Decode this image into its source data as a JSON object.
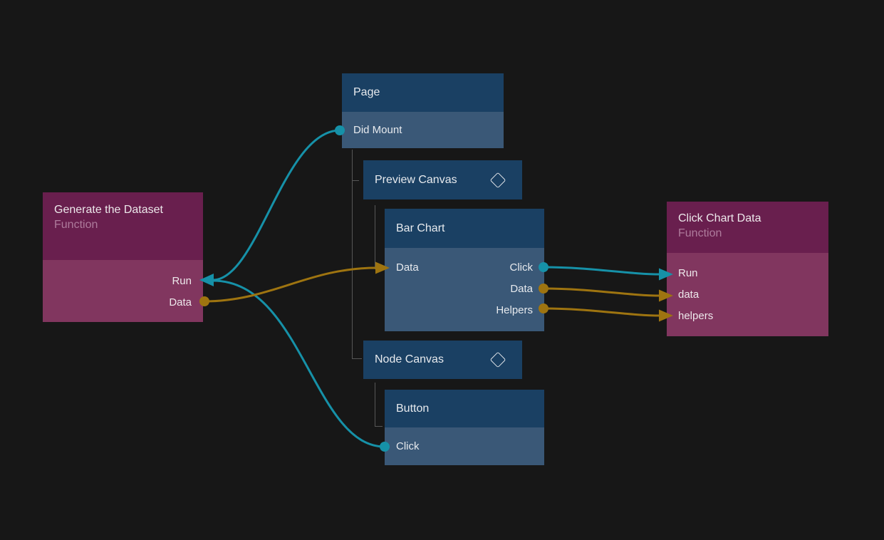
{
  "app": {
    "view": "node-graph-editor"
  },
  "colors": {
    "background": "#171717",
    "node_header_blue": "#1a4063",
    "node_body_blue": "#3a5877",
    "node_header_magenta": "#691f4e",
    "node_body_magenta": "#81365f",
    "subtitle_text": "#ae7b9c",
    "wire_signal_teal": "#1691a8",
    "wire_data_orange": "#9e7410",
    "tree_line_gray": "#575757"
  },
  "nodes": {
    "generate_dataset": {
      "title": "Generate the Dataset",
      "subtitle": "Function",
      "ports": {
        "run": "Run",
        "data": "Data"
      }
    },
    "page": {
      "title": "Page",
      "ports": {
        "did_mount": "Did Mount"
      }
    },
    "preview_canvas": {
      "title": "Preview Canvas",
      "icon": "diamond-icon"
    },
    "bar_chart": {
      "title": "Bar Chart",
      "ports": {
        "data_in": "Data",
        "click_out": "Click",
        "data_out": "Data",
        "helpers_out": "Helpers"
      }
    },
    "node_canvas": {
      "title": "Node Canvas",
      "icon": "diamond-icon"
    },
    "button": {
      "title": "Button",
      "ports": {
        "click": "Click"
      }
    },
    "click_chart_data": {
      "title": "Click Chart Data",
      "subtitle": "Function",
      "ports": {
        "run": "Run",
        "data": "data",
        "helpers": "helpers"
      }
    }
  },
  "connections": [
    {
      "from": "Page.Did Mount",
      "to": "Generate the Dataset.Run",
      "color": "teal"
    },
    {
      "from": "Button.Click",
      "to": "Generate the Dataset.Run",
      "color": "teal"
    },
    {
      "from": "Generate the Dataset.Data",
      "to": "Bar Chart.Data",
      "color": "orange"
    },
    {
      "from": "Bar Chart.Click",
      "to": "Click Chart Data.Run",
      "color": "teal"
    },
    {
      "from": "Bar Chart.Data",
      "to": "Click Chart Data.data",
      "color": "orange"
    },
    {
      "from": "Bar Chart.Helpers",
      "to": "Click Chart Data.helpers",
      "color": "orange"
    }
  ]
}
